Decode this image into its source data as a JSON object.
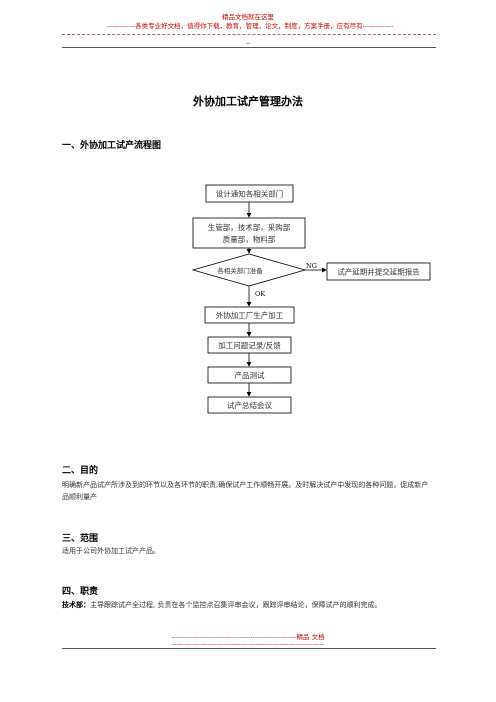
{
  "header": {
    "title": "精品文档就在这里",
    "banner": "-------------各类专业好文档，值得你下载，教育，管理，论文，制度，方案手册，应有尽有--------------",
    "small": "--"
  },
  "doc_title": "外协加工试产管理办法",
  "section1": {
    "heading": "一、外协加工试产流程图"
  },
  "flowchart": {
    "step1": "设计通知各相关部门",
    "step2_line1": "生管部，技术部，采购部",
    "step2_line2": "质量部，物料部",
    "decision": "各相关部门准备",
    "ng_label": "NG",
    "ok_label": "OK",
    "ng_box": "试产延期并提交延期报告",
    "step4": "外协加工厂生产加工",
    "step5": "加工问题记录/反馈",
    "step6": "产品测试",
    "step7": "试产总结会议"
  },
  "section2": {
    "heading": "二、目的",
    "text": "明确新产品试产所涉及到的环节以及各环节的职责,确保试产工作顺畅开展。及时解决试产中发现的各种问题，促成新产品顺利量产"
  },
  "section3": {
    "heading": "三、范围",
    "text": "适用于公司外协加工试产产品。"
  },
  "section4": {
    "heading": "四、职责",
    "label": "技术部：",
    "text": "主导跟踪试产全过程, 负责在各个监控点召集评审会议，跟踪评审结论，保障试产的顺利完成。"
  },
  "footer": {
    "line1": "---------------------------------------------------------精品   文档",
    "line2": "---------------------------------------------------------------------"
  }
}
